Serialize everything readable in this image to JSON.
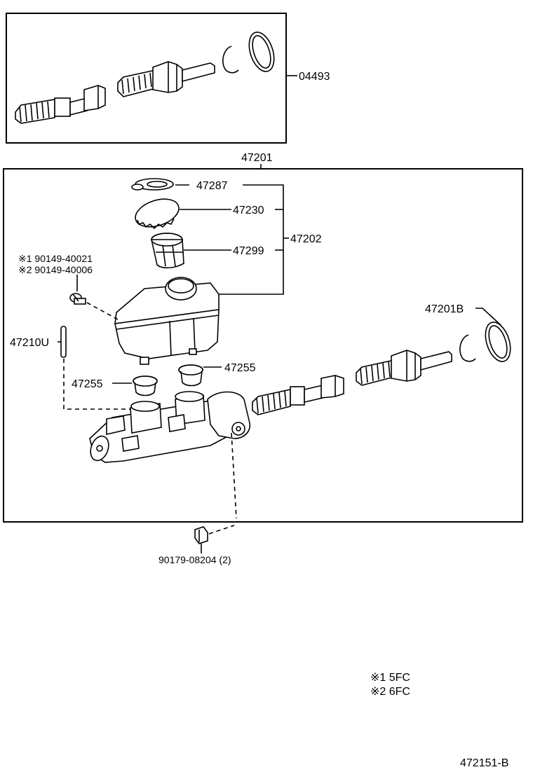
{
  "diagram": {
    "kit_label": "04493",
    "assembly_label": "47201",
    "reservoir_group_label": "47202",
    "parts": {
      "gasket": "47287",
      "cap": "47230",
      "strainer": "47299",
      "screw_note_1": "※1 90149-40021",
      "screw_note_2": "※2 90149-40006",
      "pin": "47210U",
      "grommet_right": "47255",
      "grommet_left": "47255",
      "piston_kit": "47201B",
      "nut": "90179-08204 (2)"
    },
    "notes": [
      "※1  5FC",
      "※2  6FC"
    ],
    "drawing_number": "472151-B"
  }
}
